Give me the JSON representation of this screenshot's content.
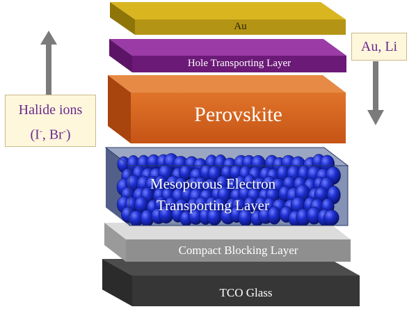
{
  "layers": {
    "au": "Au",
    "htl": "Hole Transporting Layer",
    "perovskite": "Perovskite",
    "etl_line1": "Mesoporous Electron",
    "etl_line2": "Transporting Layer",
    "blocking": "Compact Blocking Layer",
    "tco": "TCO Glass"
  },
  "annotations": {
    "halide_line1": "Halide ions",
    "halide_i": "(I",
    "halide_mid": ", Br",
    "halide_end": ")",
    "halide_sup": "-",
    "metal": "Au, Li"
  },
  "colors": {
    "au": "#d4b012",
    "htl": "#7a1f86",
    "perovskite": "#d9631a",
    "etl": "#4a5d8e",
    "blocking": "#b5b5b5",
    "tco": "#3a3a3a",
    "arrow": "#7b7b7b",
    "note_text": "#6a2a8c"
  }
}
